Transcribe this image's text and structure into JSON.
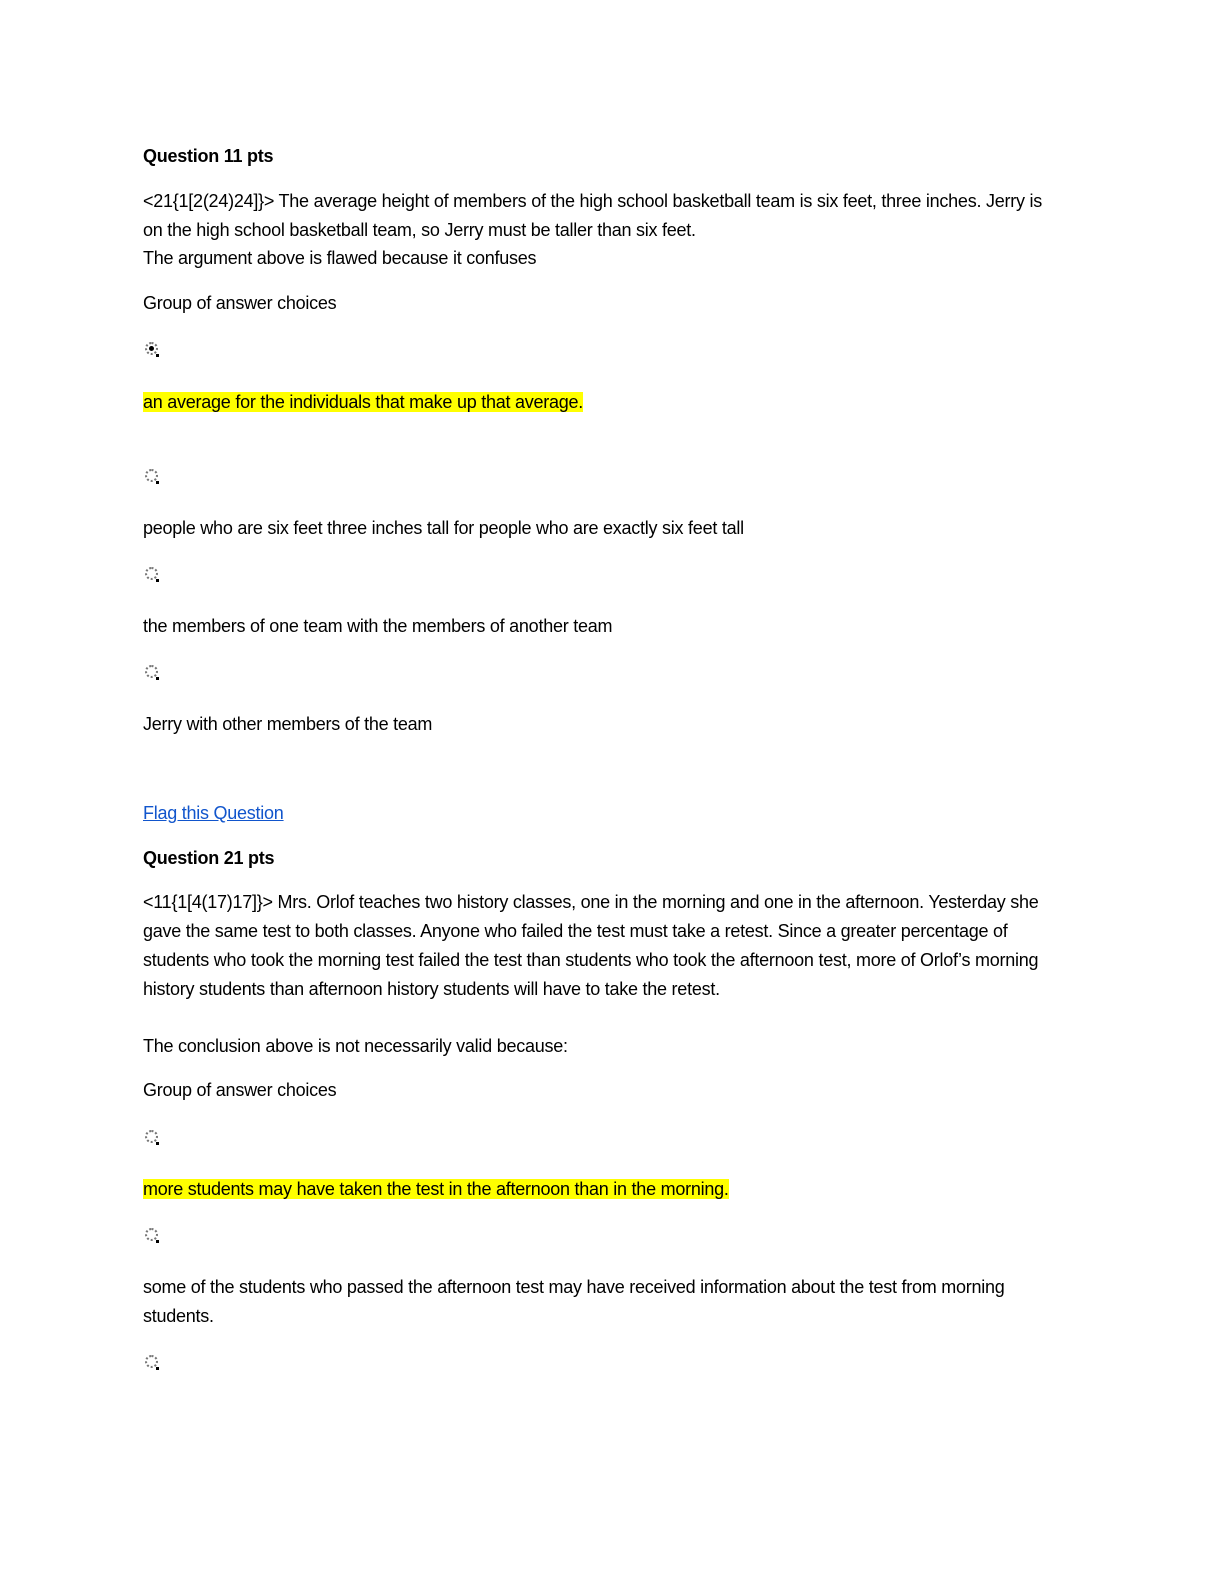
{
  "questions": [
    {
      "heading": "Question 11 pts",
      "prompt": "<21{1[2(24)24]}> The average height of members of the high school basketball team is six feet, three inches. Jerry is on the high school basketball team, so Jerry must be taller than six feet.",
      "stem": "The argument above is flawed because it confuses",
      "group_label": "Group of answer choices",
      "choices": [
        {
          "text": "an average for the individuals that make up that average.",
          "selected": true,
          "highlighted": true
        },
        {
          "text": "people who are six feet three inches tall for people who are exactly six feet tall",
          "selected": false,
          "highlighted": false
        },
        {
          "text": "the members of one team with the members of another team",
          "selected": false,
          "highlighted": false
        },
        {
          "text": "Jerry with other members of the team",
          "selected": false,
          "highlighted": false
        }
      ]
    },
    {
      "flag_link": "Flag this Question",
      "heading": "Question 21 pts",
      "prompt": "<11{1[4(17)17]}> Mrs. Orlof teaches two history classes, one in the morning and one in the afternoon. Yesterday she gave the same test to both classes. Anyone who failed the test must take a retest. Since a greater percentage of students who took the morning test failed the test than students who took the afternoon test, more of Orlof’s morning history students than afternoon history students will have to take the retest.",
      "stem": "The conclusion above is not necessarily valid because:",
      "group_label": "Group of answer choices",
      "choices": [
        {
          "text": "more students may have taken the test in the afternoon than in the morning.",
          "selected": false,
          "highlighted": true
        },
        {
          "text": "some of the students who passed the afternoon test may have received information about the test from morning students.",
          "selected": false,
          "highlighted": false
        },
        {
          "text": "",
          "selected": false,
          "highlighted": false
        }
      ]
    }
  ],
  "colors": {
    "highlight": "#ffff00",
    "link": "#1155cc"
  }
}
